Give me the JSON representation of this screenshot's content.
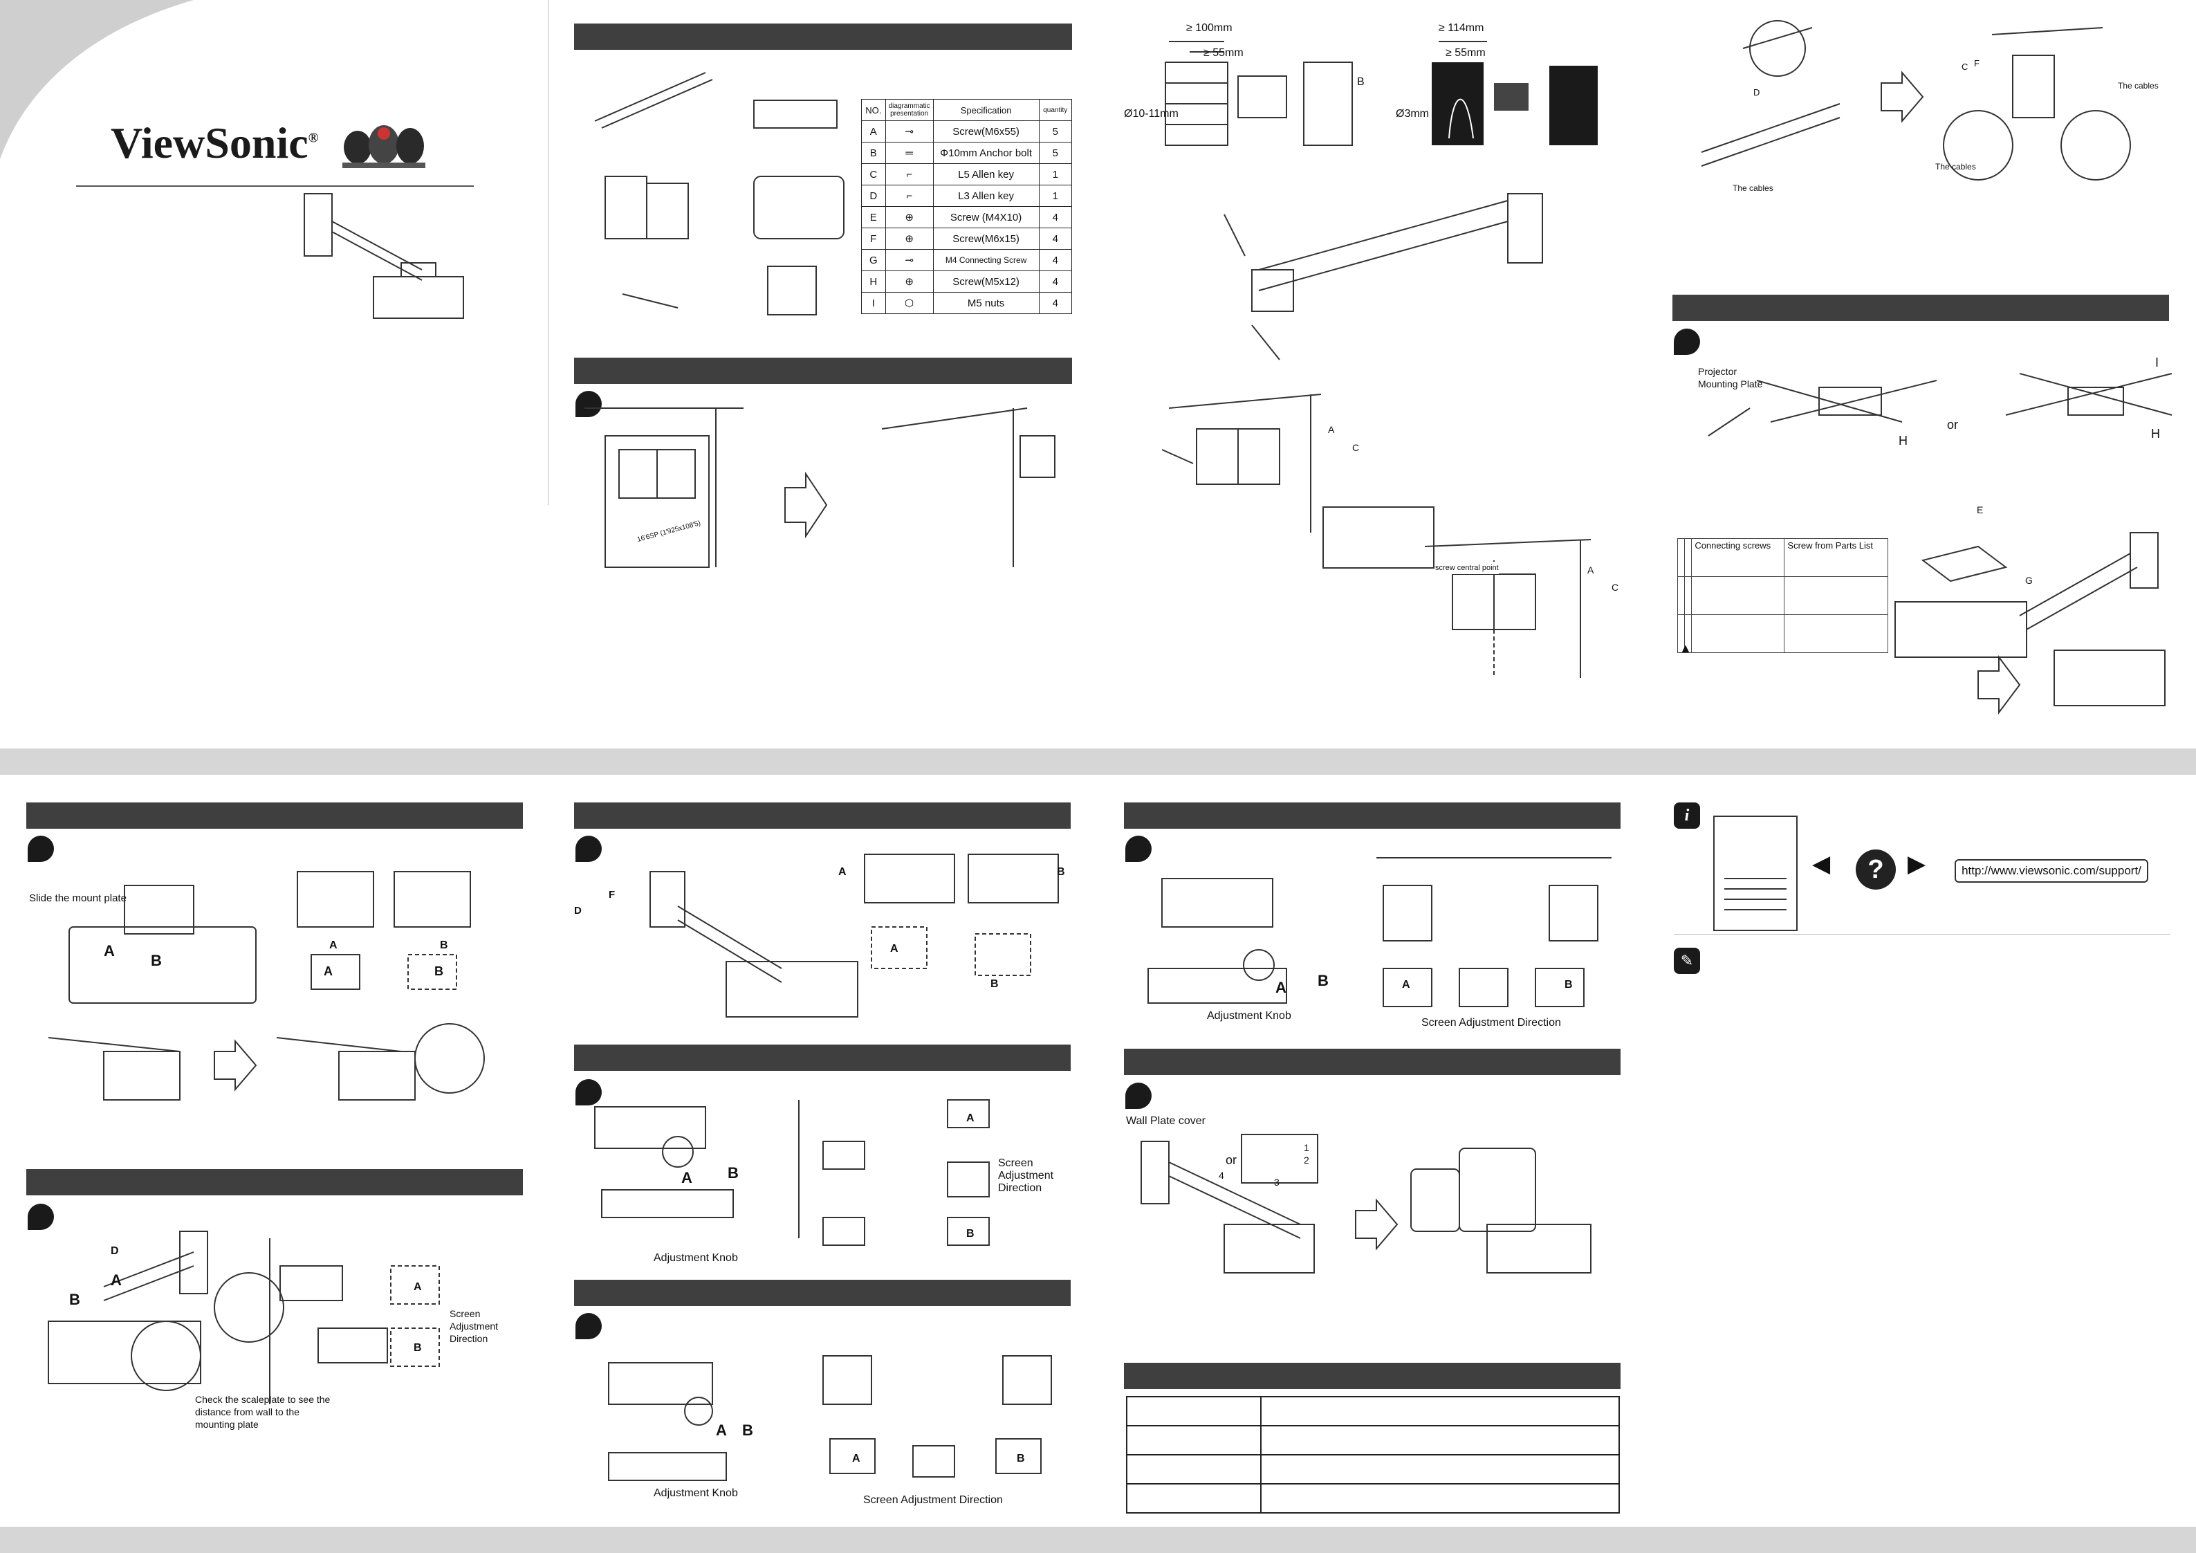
{
  "brand": {
    "name": "ViewSonic",
    "trademark": "®"
  },
  "parts_table": {
    "headers": [
      "NO.",
      "diagrammatic presentation",
      "Specification",
      "quantity"
    ],
    "rows": [
      {
        "no": "A",
        "spec": "Screw(M6x55)",
        "qty": "5"
      },
      {
        "no": "B",
        "spec": "Φ10mm Anchor bolt",
        "qty": "5"
      },
      {
        "no": "C",
        "spec": "L5 Allen key",
        "qty": "1"
      },
      {
        "no": "D",
        "spec": "L3 Allen key",
        "qty": "1"
      },
      {
        "no": "E",
        "spec": "Screw (M4X10)",
        "qty": "4"
      },
      {
        "no": "F",
        "spec": "Screw(M6x15)",
        "qty": "4"
      },
      {
        "no": "G",
        "spec": "M4 Connecting Screw",
        "qty": "4"
      },
      {
        "no": "H",
        "spec": "Screw(M5x12)",
        "qty": "4"
      },
      {
        "no": "I",
        "spec": "M5 nuts",
        "qty": "4"
      }
    ]
  },
  "template_text": "16'6SP (1'925x108'5)",
  "drill": {
    "brick": {
      "d1": "≥ 100mm",
      "d2": "≥ 55mm",
      "hole": "Ø10-11mm",
      "part": "B"
    },
    "wood": {
      "d1": "≥ 114mm",
      "d2": "≥ 55mm",
      "hole": "Ø3mm"
    }
  },
  "wallplate": {
    "part_a": "A",
    "part_c": "C",
    "center_label": "screw central point"
  },
  "cables": {
    "label": "The cables",
    "d": "D",
    "c": "C",
    "f": "F"
  },
  "projector_plate": {
    "label": "Projector Mounting Plate",
    "or": "or",
    "h": "H",
    "i": "I",
    "e": "E",
    "g": "G"
  },
  "conn_table": {
    "headers": [
      "",
      "",
      "Connecting screws",
      "Screw from Parts List"
    ]
  },
  "slide": {
    "label": "Slide the mount plate",
    "a": "A",
    "b": "B"
  },
  "scale": {
    "d": "D",
    "a": "A",
    "b": "B",
    "note": "Check the scaleplate to see the distance from wall to the mounting plate",
    "screen": "Screen Adjustment Direction"
  },
  "tilt": {
    "d": "D",
    "f": "F",
    "a": "A",
    "b": "B"
  },
  "knob": {
    "label": "Adjustment Knob",
    "a": "A",
    "b": "B",
    "screen": "Screen Adjustment Direction"
  },
  "cover": {
    "label": "Wall Plate cover",
    "or": "or",
    "nums": [
      "1",
      "2",
      "3",
      "4"
    ]
  },
  "support": {
    "url": "http://www.viewsonic.com/support/",
    "q": "?"
  },
  "colors": {
    "bar": "#3f3f3f",
    "band": "#d6d6d6",
    "swoosh": "#cfcfcf"
  }
}
